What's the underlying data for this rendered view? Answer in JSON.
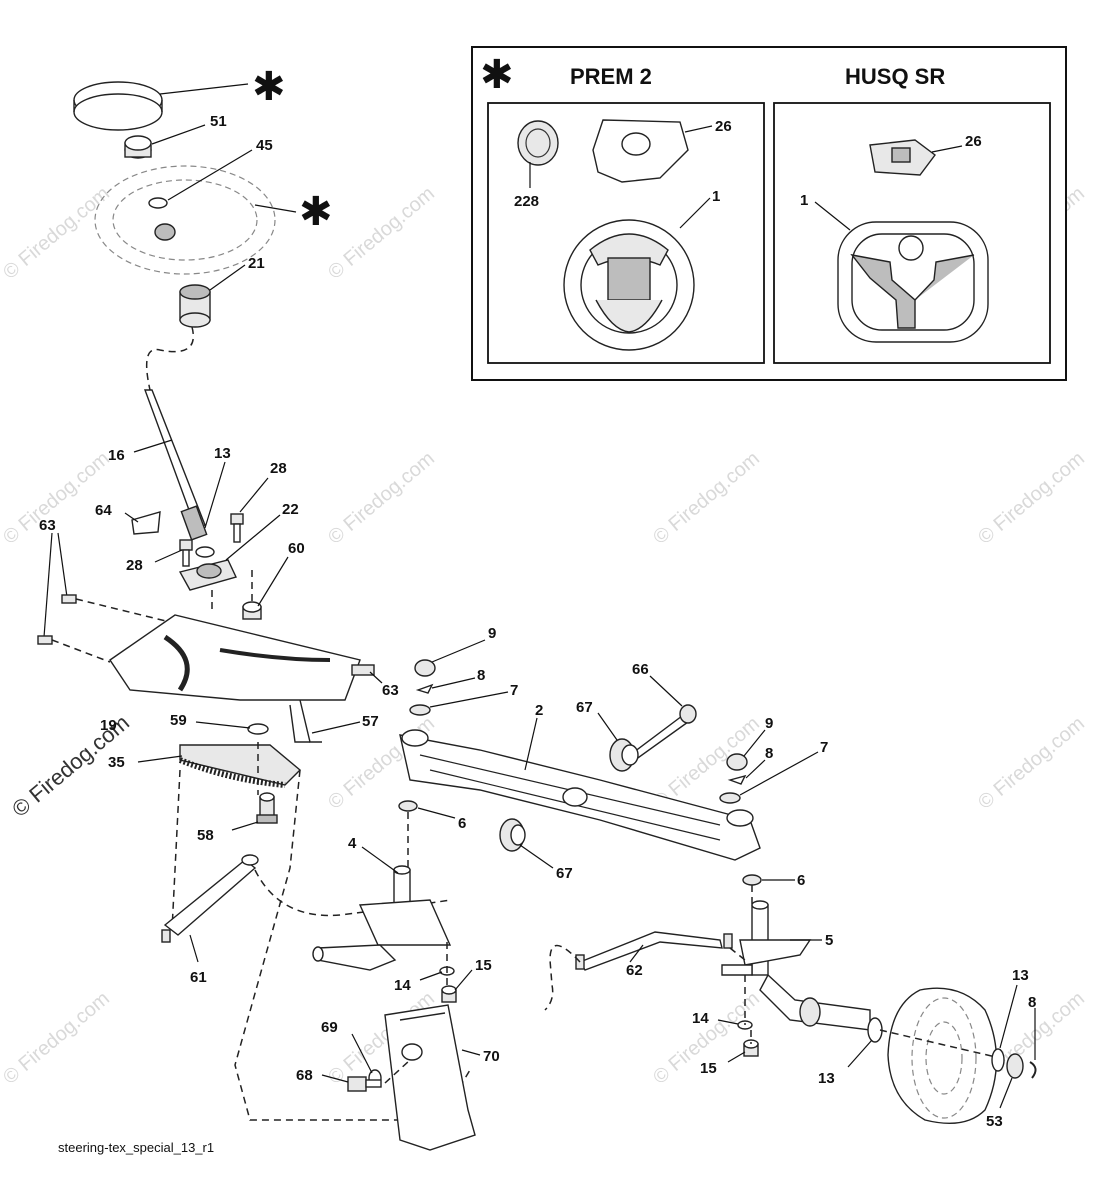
{
  "inset": {
    "star": "✱",
    "left_title": "PREM 2",
    "right_title": "HUSQ SR"
  },
  "callouts": {
    "star_cap": "✱",
    "star_wheel": "✱",
    "c51": "51",
    "c45": "45",
    "c21": "21",
    "c16": "16",
    "c13_top": "13",
    "c28_top": "28",
    "c64": "64",
    "c22": "22",
    "c28_left": "28",
    "c60": "60",
    "c63_top": "63",
    "c63_right": "63",
    "c19": "19",
    "c59": "59",
    "c57": "57",
    "c35": "35",
    "c58": "58",
    "c61": "61",
    "c4": "4",
    "c14_left": "14",
    "c15_left": "15",
    "c69": "69",
    "c68": "68",
    "c70": "70",
    "c9_left": "9",
    "c8_left": "8",
    "c7_left": "7",
    "c2": "2",
    "c6_left": "6",
    "c66": "66",
    "c67_top": "67",
    "c67_bottom": "67",
    "c9_right": "9",
    "c8_right": "8",
    "c7_right": "7",
    "c6_right": "6",
    "c5": "5",
    "c62": "62",
    "c14_right": "14",
    "c15_right": "15",
    "c13_spindle": "13",
    "c13_axle": "13",
    "c8_axle": "8",
    "c53": "53",
    "i26_left": "26",
    "i228": "228",
    "i1_left": "1",
    "i26_right": "26",
    "i1_right": "1"
  },
  "footer_label": "steering-tex_special_13_r1",
  "watermark": "© Firedog.com"
}
